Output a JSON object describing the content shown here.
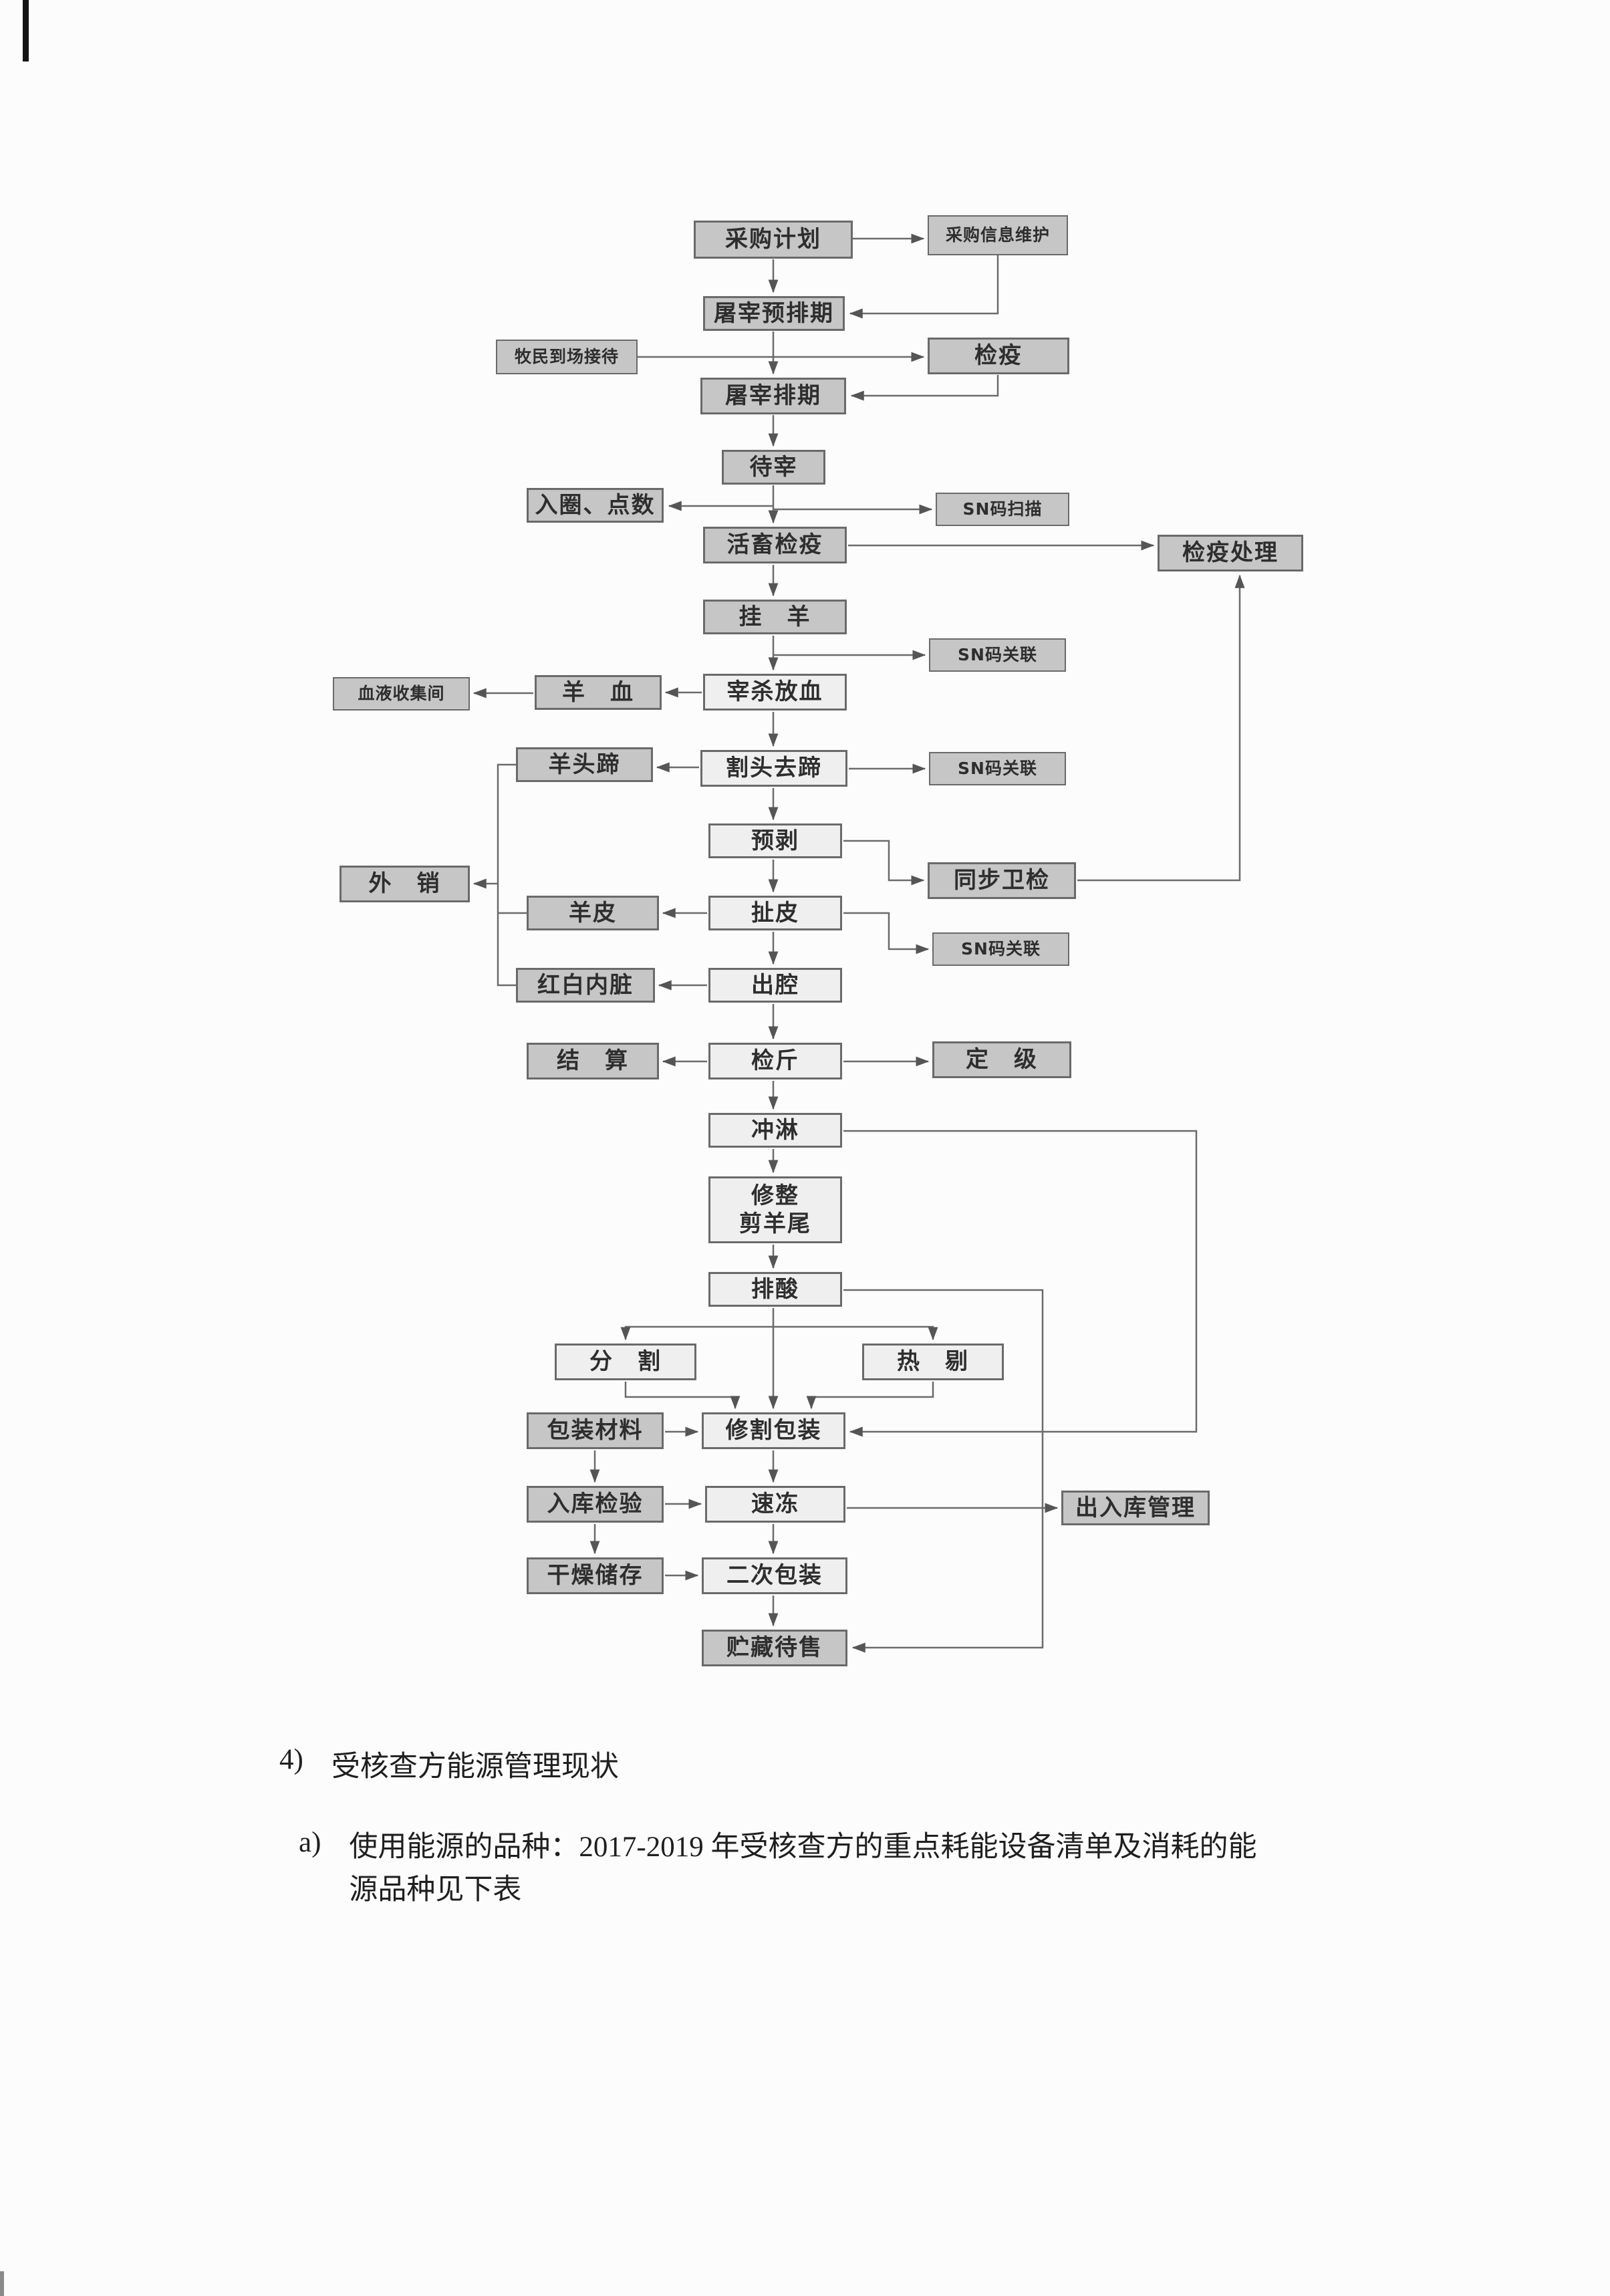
{
  "document": {
    "section": {
      "number": "4)",
      "title": "受核查方能源管理现状"
    },
    "item_a": {
      "marker": "a)",
      "line1": "使用能源的品种：2017-2019 年受核查方的重点耗能设备清单及消耗的能",
      "line2": "源品种见下表"
    }
  },
  "flowchart": {
    "nodes": [
      {
        "id": "procurement-plan",
        "label": "采购计划"
      },
      {
        "id": "procurement-info",
        "label": "采购信息维护"
      },
      {
        "id": "slaughter-preschedule",
        "label": "屠宰预排期"
      },
      {
        "id": "herdsman-arrival",
        "label": "牧民到场接待"
      },
      {
        "id": "quarantine",
        "label": "检疫"
      },
      {
        "id": "slaughter-schedule",
        "label": "屠宰排期"
      },
      {
        "id": "awaiting-slaughter",
        "label": "待宰"
      },
      {
        "id": "pen-in-count",
        "label": "入圈、点数"
      },
      {
        "id": "sn-code-scan",
        "label": "SN码扫描"
      },
      {
        "id": "live-animal-quarantine",
        "label": "活畜检疫"
      },
      {
        "id": "quarantine-treatment",
        "label": "检疫处理"
      },
      {
        "id": "sheep-hanging",
        "label": "挂　羊"
      },
      {
        "id": "sn-code-link-1",
        "label": "SN码关联"
      },
      {
        "id": "slaughter-bleeding",
        "label": "宰杀放血"
      },
      {
        "id": "sheep-blood",
        "label": "羊　血"
      },
      {
        "id": "blood-collection-room",
        "label": "血液收集间"
      },
      {
        "id": "behead-dehoof",
        "label": "割头去蹄"
      },
      {
        "id": "sheep-head-hooves",
        "label": "羊头蹄"
      },
      {
        "id": "sn-code-link-2",
        "label": "SN码关联"
      },
      {
        "id": "pre-skinning",
        "label": "预剥"
      },
      {
        "id": "synchronous-inspection",
        "label": "同步卫检"
      },
      {
        "id": "external-sales",
        "label": "外　销"
      },
      {
        "id": "sheepskin",
        "label": "羊皮"
      },
      {
        "id": "skinning",
        "label": "扯皮"
      },
      {
        "id": "sn-code-link-3",
        "label": "SN码关联"
      },
      {
        "id": "red-white-offal",
        "label": "红白内脏"
      },
      {
        "id": "evisceration",
        "label": "出腔"
      },
      {
        "id": "settlement",
        "label": "结　算"
      },
      {
        "id": "weighing",
        "label": "检斤"
      },
      {
        "id": "grading",
        "label": "定　级"
      },
      {
        "id": "rinsing",
        "label": "冲淋"
      },
      {
        "id": "trimming-tail-cutting",
        "label": "修整\n剪羊尾"
      },
      {
        "id": "acid-discharge",
        "label": "排酸"
      },
      {
        "id": "cutting",
        "label": "分　割"
      },
      {
        "id": "hot-deboning",
        "label": "热　剔"
      },
      {
        "id": "packaging-material",
        "label": "包装材料"
      },
      {
        "id": "trimming-packaging",
        "label": "修割包装"
      },
      {
        "id": "warehouse-inspection",
        "label": "入库检验"
      },
      {
        "id": "quick-freezing",
        "label": "速冻"
      },
      {
        "id": "warehouse-io-management",
        "label": "出入库管理"
      },
      {
        "id": "dry-storage",
        "label": "干燥储存"
      },
      {
        "id": "secondary-packaging",
        "label": "二次包装"
      },
      {
        "id": "storage-for-sale",
        "label": "贮藏待售"
      }
    ]
  },
  "colors": {
    "box_fill_dark": "#c6c6c6",
    "box_fill_light": "#efefef",
    "box_border": "#6a6a6a",
    "connector": "#6b6b6b",
    "text": "#2e2e2e"
  }
}
